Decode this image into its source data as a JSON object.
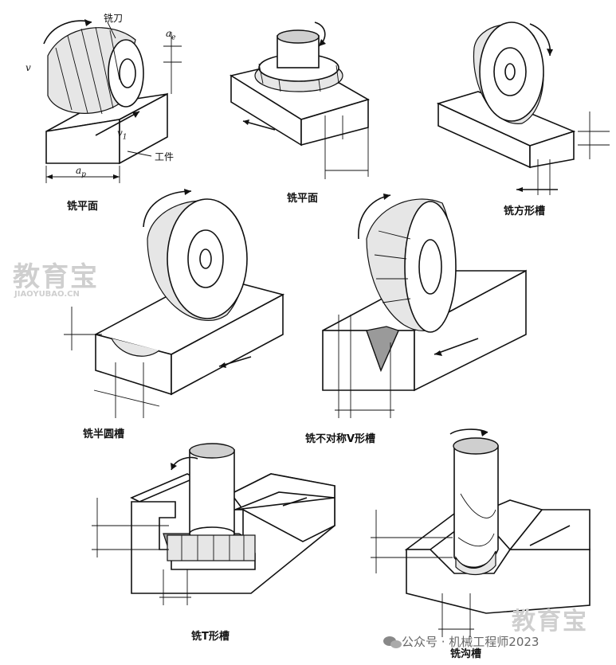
{
  "captions": [
    {
      "id": "mill-flat-1",
      "text": "铣平面"
    },
    {
      "id": "mill-flat-2",
      "text": "铣平面"
    },
    {
      "id": "mill-square-groove",
      "text": "铣方形槽"
    },
    {
      "id": "mill-half-round-groove",
      "text": "铣半圆槽"
    },
    {
      "id": "mill-asym-v-groove",
      "text": "铣不对称V形槽"
    },
    {
      "id": "mill-t-groove",
      "text": "铣T形槽"
    },
    {
      "id": "mill-ditch",
      "text": "铣沟槽"
    }
  ],
  "labels": {
    "cutter": "铣刀",
    "workpiece": "工件",
    "v": "v",
    "v1": "v",
    "v1_sub": "1",
    "ae": "a",
    "ae_sub": "e",
    "ap": "a",
    "ap_sub": "p"
  },
  "watermark": {
    "cn": "教育宝",
    "en": "JIAOYUBAO.CN",
    "cn_bottom": "教育宝"
  },
  "footer": {
    "icon": "wechat-icon",
    "text": "公众号 · 机械工程师2023"
  }
}
